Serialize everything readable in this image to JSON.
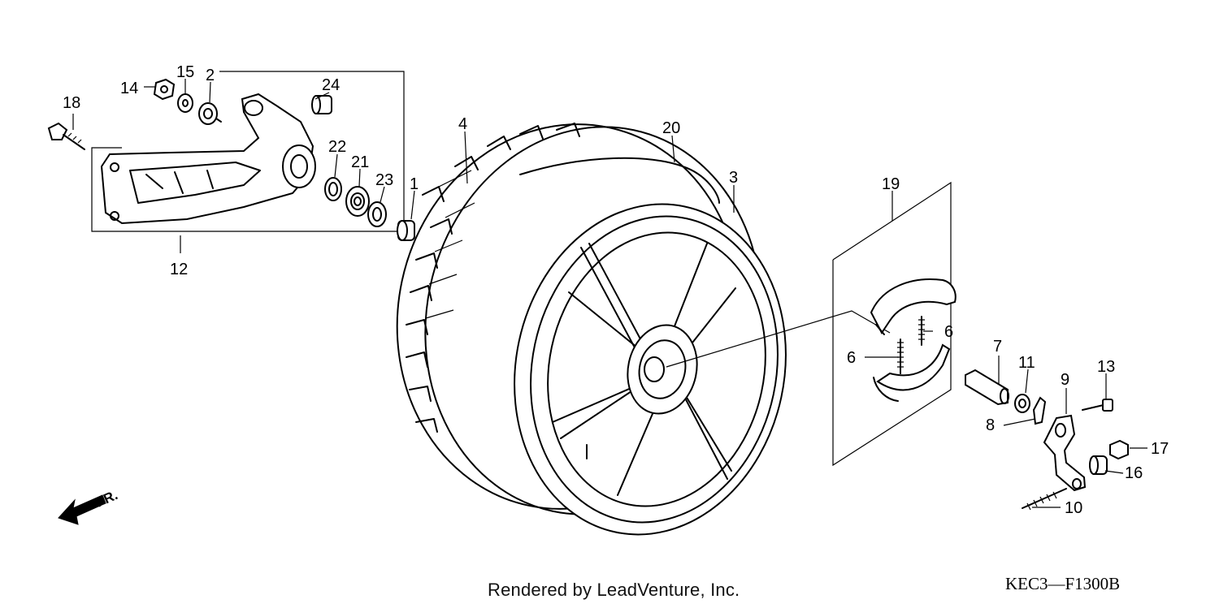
{
  "credit_text": "Rendered by LeadVenture, Inc.",
  "diagram_code": "KEC3—F1300B",
  "direction_label": "FR.",
  "callouts": [
    "1",
    "2",
    "3",
    "4",
    "6",
    "6",
    "7",
    "8",
    "9",
    "10",
    "11",
    "12",
    "13",
    "14",
    "15",
    "16",
    "17",
    "18",
    "19",
    "20",
    "21",
    "22",
    "23",
    "24"
  ]
}
